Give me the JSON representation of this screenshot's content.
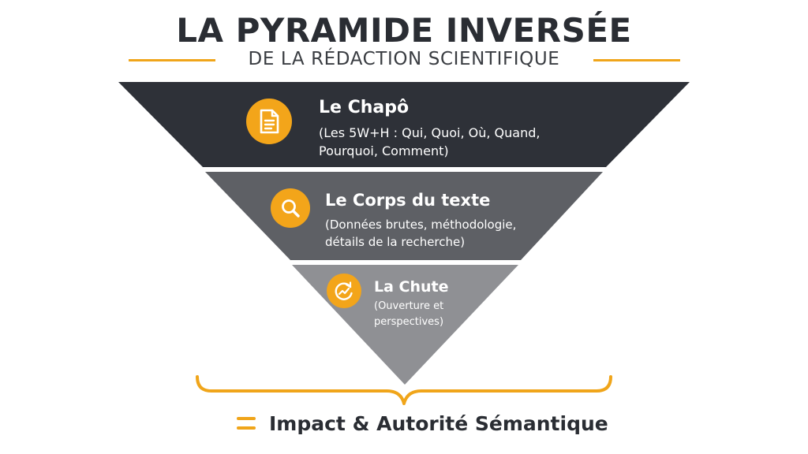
{
  "header": {
    "title": "LA PYRAMIDE INVERSÉE",
    "subtitle": "DE LA RÉDACTION SCIENTIFIQUE"
  },
  "levels": [
    {
      "title": "Le Chapô",
      "desc_line1": "(Les 5W+H : Qui, Quoi, Où, Quand,",
      "desc_line2": "Pourquoi, Comment)",
      "icon": "document-icon",
      "color": "#2e3138"
    },
    {
      "title": "Le Corps du texte",
      "desc_line1": "(Données brutes, méthodologie,",
      "desc_line2": "détails de la recherche)",
      "icon": "magnifier-icon",
      "color": "#5e6065"
    },
    {
      "title": "La Chute",
      "desc_line1": "(Ouverture et",
      "desc_line2": "perspectives)",
      "icon": "cycle-arrow-icon",
      "color": "#8f9094"
    }
  ],
  "footer": {
    "text": "Impact & Autorité Sémantique"
  },
  "colors": {
    "accent": "#f0a51a",
    "dark": "#2e3138",
    "mid": "#5e6065",
    "light": "#8f9094"
  }
}
